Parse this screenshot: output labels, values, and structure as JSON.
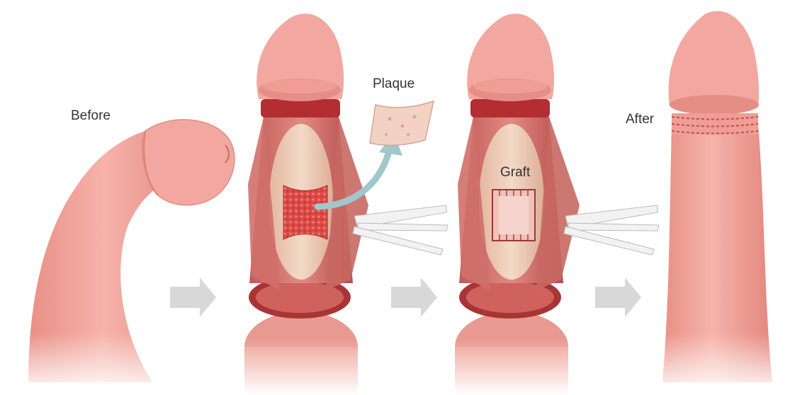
{
  "labels": {
    "before": "Before",
    "plaque": "Plaque",
    "graft": "Graft",
    "after": "After"
  },
  "colors": {
    "skin": "#f0a49a",
    "skin_dark": "#d97f76",
    "glans": "#f2a8a0",
    "tissue_red": "#b23a3d",
    "inner_tissue": "#e8c7b2",
    "plaque": "#d9443f",
    "graft": "#f2c9c2",
    "arrow_gray": "#d8d8d8",
    "retractor": "#eeeeee",
    "text": "#333333"
  },
  "icons": [
    "right-arrow-icon",
    "curved-arrow-icon",
    "retractor-icon"
  ]
}
